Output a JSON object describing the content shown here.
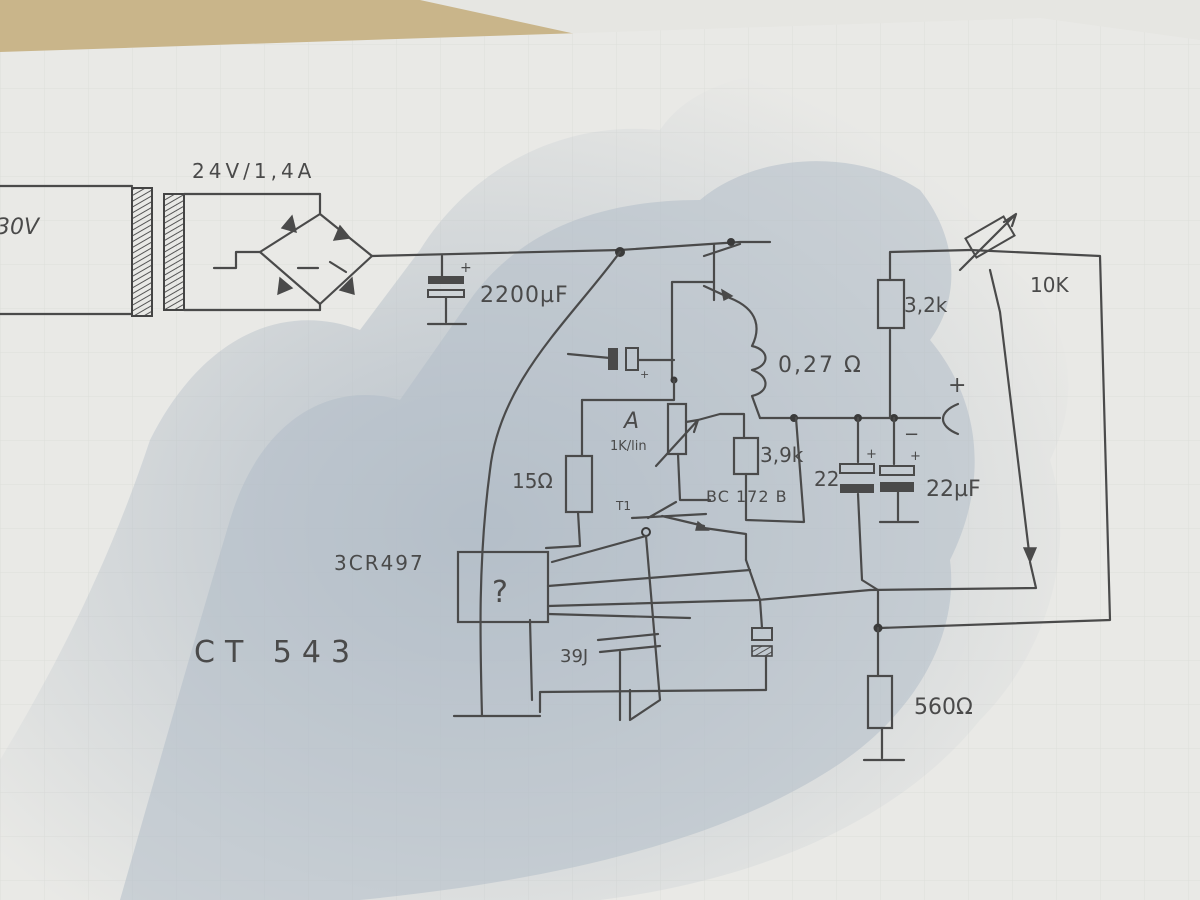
{
  "diagram": {
    "labels": {
      "mains_voltage": "30V",
      "transformer_rating": "24V/1,4A",
      "filter_capacitor": "2200µF",
      "sense_resistor": "0,27 Ω",
      "divider_resistor": "3,2k",
      "potentiometer": "10K",
      "output_plus": "+",
      "output_minus": "−",
      "trimmer_label": "A",
      "trimmer_value": "1K/lin",
      "resistor_3k9": "3,9k",
      "transistor_type": "BC 172 B",
      "resistor_15ohm": "15Ω",
      "transistor_t1": "T1",
      "cap_22": "22",
      "cap_22uf": "22µF",
      "ic_part": "3CR497",
      "ic_unknown": "?",
      "cap_39": "39J",
      "resistor_560": "560Ω",
      "note": "CT 543",
      "diode_plus_1": "+",
      "diode_plus_2": "+",
      "cap_plus_1": "+",
      "cap_plus_2": "+",
      "cap_plus_3": "+"
    },
    "colors": {
      "paper": "#e9e9e6",
      "shadow": "#b9c3cc",
      "ink": "#4a4a4a",
      "wood": "#c9b58a"
    }
  }
}
